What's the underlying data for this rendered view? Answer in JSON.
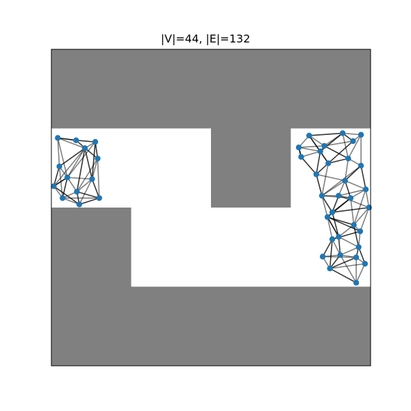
{
  "title": "|V|=44, |E|=132",
  "colors": {
    "obstacle": "#808080",
    "free_space": "#ffffff",
    "node": "#1f77b4",
    "edge": "#000000",
    "frame": "#000000"
  },
  "chart_data": {
    "type": "graph",
    "xlim": [
      0,
      4
    ],
    "ylim": [
      0,
      4
    ],
    "obstacles": [
      {
        "x0": 0,
        "y0": 3,
        "x1": 4,
        "y1": 4
      },
      {
        "x0": 2,
        "y0": 2,
        "x1": 3,
        "y1": 3
      },
      {
        "x0": 0,
        "y0": 0,
        "x1": 1,
        "y1": 2
      },
      {
        "x0": 1,
        "y0": 0,
        "x1": 4,
        "y1": 1
      }
    ],
    "nodes": [
      [
        0.08,
        2.88
      ],
      [
        0.31,
        2.85
      ],
      [
        0.55,
        2.83
      ],
      [
        0.42,
        2.75
      ],
      [
        0.58,
        2.62
      ],
      [
        0.1,
        2.52
      ],
      [
        0.51,
        2.36
      ],
      [
        0.2,
        2.38
      ],
      [
        0.03,
        2.27
      ],
      [
        0.32,
        2.2
      ],
      [
        0.14,
        2.12
      ],
      [
        0.6,
        2.12
      ],
      [
        0.35,
        2.04
      ],
      [
        3.1,
        2.76
      ],
      [
        3.23,
        2.91
      ],
      [
        3.42,
        2.78
      ],
      [
        3.65,
        2.94
      ],
      [
        3.78,
        2.84
      ],
      [
        3.88,
        2.92
      ],
      [
        3.37,
        2.71
      ],
      [
        3.47,
        2.56
      ],
      [
        3.13,
        2.64
      ],
      [
        3.72,
        2.62
      ],
      [
        3.88,
        2.53
      ],
      [
        3.32,
        2.42
      ],
      [
        3.68,
        2.34
      ],
      [
        3.39,
        2.15
      ],
      [
        3.6,
        2.15
      ],
      [
        3.94,
        2.23
      ],
      [
        3.75,
        2.12
      ],
      [
        3.98,
        2.0
      ],
      [
        3.52,
        1.94
      ],
      [
        3.46,
        1.88
      ],
      [
        3.79,
        1.78
      ],
      [
        3.87,
        1.7
      ],
      [
        3.6,
        1.63
      ],
      [
        3.52,
        1.6
      ],
      [
        3.85,
        1.5
      ],
      [
        3.82,
        1.37
      ],
      [
        3.4,
        1.38
      ],
      [
        3.62,
        1.4
      ],
      [
        3.93,
        1.29
      ],
      [
        3.49,
        1.23
      ],
      [
        3.82,
        1.05
      ]
    ],
    "edges": [
      [
        0,
        1
      ],
      [
        0,
        3
      ],
      [
        0,
        7
      ],
      [
        1,
        2
      ],
      [
        1,
        3
      ],
      [
        2,
        3
      ],
      [
        2,
        4
      ],
      [
        3,
        4
      ],
      [
        3,
        7
      ],
      [
        3,
        6
      ],
      [
        4,
        6
      ],
      [
        5,
        7
      ],
      [
        5,
        3
      ],
      [
        6,
        7
      ],
      [
        6,
        9
      ],
      [
        6,
        11
      ],
      [
        7,
        8
      ],
      [
        7,
        9
      ],
      [
        7,
        10
      ],
      [
        8,
        10
      ],
      [
        9,
        10
      ],
      [
        9,
        12
      ],
      [
        9,
        11
      ],
      [
        10,
        12
      ],
      [
        11,
        12
      ],
      [
        1,
        4
      ],
      [
        4,
        9
      ],
      [
        8,
        7
      ],
      [
        13,
        14
      ],
      [
        13,
        19
      ],
      [
        13,
        21
      ],
      [
        14,
        15
      ],
      [
        14,
        19
      ],
      [
        14,
        16
      ],
      [
        15,
        16
      ],
      [
        15,
        19
      ],
      [
        16,
        17
      ],
      [
        16,
        18
      ],
      [
        17,
        18
      ],
      [
        17,
        20
      ],
      [
        18,
        22
      ],
      [
        19,
        20
      ],
      [
        19,
        24
      ],
      [
        20,
        24
      ],
      [
        21,
        19
      ],
      [
        21,
        24
      ],
      [
        22,
        23
      ],
      [
        22,
        20
      ],
      [
        23,
        25
      ],
      [
        23,
        26
      ],
      [
        24,
        20
      ],
      [
        24,
        26
      ],
      [
        25,
        26
      ],
      [
        25,
        27
      ],
      [
        25,
        29
      ],
      [
        25,
        28
      ],
      [
        26,
        27
      ],
      [
        26,
        31
      ],
      [
        26,
        32
      ],
      [
        27,
        29
      ],
      [
        27,
        31
      ],
      [
        28,
        29
      ],
      [
        28,
        30
      ],
      [
        29,
        32
      ],
      [
        29,
        33
      ],
      [
        30,
        33
      ],
      [
        30,
        31
      ],
      [
        31,
        32
      ],
      [
        32,
        36
      ],
      [
        32,
        35
      ],
      [
        33,
        34
      ],
      [
        33,
        35
      ],
      [
        33,
        37
      ],
      [
        34,
        37
      ],
      [
        35,
        36
      ],
      [
        35,
        40
      ],
      [
        36,
        39
      ],
      [
        36,
        40
      ],
      [
        37,
        38
      ],
      [
        37,
        40
      ],
      [
        38,
        41
      ],
      [
        38,
        42
      ],
      [
        38,
        43
      ],
      [
        39,
        42
      ],
      [
        40,
        42
      ],
      [
        40,
        39
      ],
      [
        41,
        43
      ],
      [
        42,
        43
      ],
      [
        38,
        40
      ],
      [
        30,
        27
      ],
      [
        28,
        23
      ],
      [
        17,
        15
      ],
      [
        16,
        22
      ],
      [
        22,
        15
      ],
      [
        1,
        0
      ],
      [
        5,
        10
      ],
      [
        2,
        6
      ],
      [
        12,
        6
      ],
      [
        11,
        9
      ],
      [
        21,
        13
      ],
      [
        24,
        25
      ],
      [
        31,
        29
      ],
      [
        34,
        36
      ],
      [
        39,
        36
      ],
      [
        43,
        40
      ],
      [
        41,
        37
      ],
      [
        37,
        35
      ],
      [
        32,
        35
      ],
      [
        14,
        20
      ],
      [
        18,
        23
      ],
      [
        26,
        20
      ],
      [
        33,
        32
      ],
      [
        27,
        28
      ],
      [
        13,
        15
      ],
      [
        8,
        5
      ],
      [
        4,
        11
      ],
      [
        10,
        11
      ],
      [
        36,
        42
      ],
      [
        42,
        41
      ],
      [
        29,
        31
      ],
      [
        19,
        16
      ],
      [
        38,
        39
      ],
      [
        30,
        34
      ],
      [
        34,
        32
      ],
      [
        20,
        22
      ],
      [
        0,
        5
      ],
      [
        3,
        9
      ],
      [
        2,
        7
      ],
      [
        25,
        22
      ],
      [
        12,
        8
      ],
      [
        3,
        8
      ],
      [
        28,
        33
      ],
      [
        31,
        35
      ],
      [
        26,
        29
      ]
    ]
  }
}
